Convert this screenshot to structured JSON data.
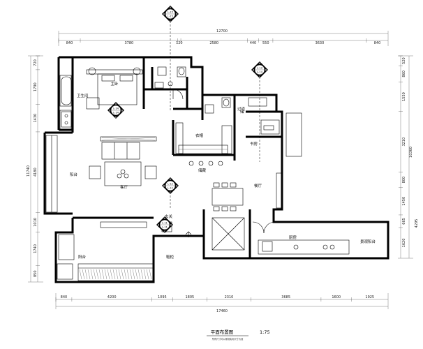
{
  "top_dims": {
    "total": "12700",
    "segments": [
      "840",
      "3780",
      "120",
      "2580",
      "440",
      "550",
      "3630",
      "840"
    ]
  },
  "bottom_dims": {
    "total": "17460",
    "segments": [
      "840",
      "4200",
      "1095",
      "1805",
      "2310",
      "3685",
      "1600",
      "1925"
    ]
  },
  "left_dims": {
    "total": "11740",
    "segments": [
      "720",
      "1790",
      "1430",
      "4180",
      "1010",
      "1740",
      "850"
    ]
  },
  "right_dims": {
    "total": "10360",
    "total_bottom": "4295",
    "segments": [
      "520",
      "860",
      "1550",
      "3210",
      "800",
      "1450",
      "665",
      "1620"
    ]
  },
  "rooms": {
    "bedroom": "主卧",
    "bath": "卫生间",
    "living": "客厅",
    "dining": "餐厅",
    "kitchen": "厨房",
    "study": "书房",
    "balcony": "阳台",
    "entry": "玄关",
    "corridor": "过道",
    "wardrobe": "衣帽",
    "storage": "储藏",
    "cabinet": "鞋柜",
    "terrace": "景观阳台",
    "kitchen_label": "厨房",
    "aux": "储"
  },
  "title": {
    "name": "平面布置图",
    "scale": "1:75",
    "note": "所有尺寸均以现场实际尺寸为准"
  },
  "markers": [
    {
      "top": "A",
      "left": "B",
      "right": "D",
      "bottom": "C",
      "ref": "L-15"
    },
    {
      "top": "A",
      "left": "D",
      "right": "B",
      "bottom": "C",
      "ref": "L-14"
    },
    {
      "top": "A",
      "left": "B",
      "right": "D",
      "bottom": "C",
      "ref": "L-13"
    },
    {
      "top": "A",
      "left": "B",
      "right": "D",
      "bottom": "C",
      "ref": "L-12"
    },
    {
      "top": "A",
      "left": "B",
      "right": "D",
      "bottom": "C",
      "ref": "L-11"
    }
  ]
}
